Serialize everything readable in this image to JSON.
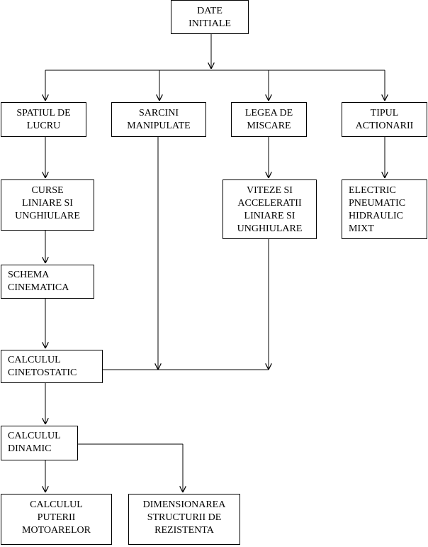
{
  "nodes": {
    "date_initiale": "DATE\nINITIALE",
    "spatiul_de_lucru": "SPATIUL DE\nLUCRU",
    "sarcini_manipulate": "SARCINI\nMANIPULATE",
    "legea_de_miscare": "LEGEA DE\nMISCARE",
    "tipul_actionarii": "TIPUL\nACTIONARII",
    "curse": "CURSE\nLINIARE SI\nUNGHIULARE",
    "viteze": "VITEZE SI\nACCELERATII\nLINIARE SI\nUNGHIULARE",
    "actionari": "ELECTRIC\nPNEUMATIC\nHIDRAULIC\nMIXT",
    "schema": "SCHEMA\nCINEMATICA",
    "cinetostatic": "CALCULUL\nCINETOSTATIC",
    "dinamic": "CALCULUL\nDINAMIC",
    "puterii": "CALCULUL\nPUTERII\nMOTOARELOR",
    "dimensionarea": "DIMENSIONAREA\nSTRUCTURII DE\nREZISTENTA"
  }
}
